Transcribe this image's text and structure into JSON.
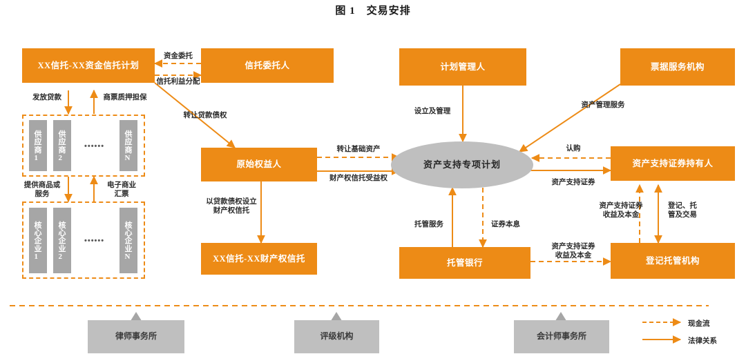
{
  "figure": {
    "title": "图 1　交易安排",
    "colors": {
      "orange": "#ED8B16",
      "gray_node": "#BFBFBF",
      "gray_card": "#A6A6A6",
      "text_dark": "#2b2b2b",
      "white": "#FFFFFF"
    }
  },
  "nodes": {
    "fund_trust_plan": "XX信托-XX资金信托计划",
    "trustor": "信托委托人",
    "plan_manager": "计划管理人",
    "bill_service_agency": "票据服务机构",
    "originator": "原始权益人",
    "special_plan": "资产支持专项计划",
    "abs_holder": "资产支持证券持有人",
    "property_right_trust": "XX信托-XX财产权信托",
    "custodian_bank": "托管银行",
    "registration_custody_agency": "登记托管机构",
    "law_firm": "律师事务所",
    "rating_agency": "评级机构",
    "accounting_firm": "会计师事务所"
  },
  "supplier_group": {
    "items": [
      "供应商1",
      "供应商2",
      "供应商N"
    ],
    "ellipsis": "••••••"
  },
  "core_enterprise_group": {
    "items": [
      "核心企业1",
      "核心企业2",
      "核心企业N"
    ],
    "ellipsis": "••••••"
  },
  "edge_labels": {
    "fund_entrust": "资金委托",
    "trust_benefit_distribution": "信托利益分配",
    "issue_loan": "发放贷款",
    "bill_pledge_guarantee": "商票质押担保",
    "provide_goods_services": "提供商品或\n服务",
    "electronic_commercial_draft": "电子商业\n汇票",
    "transfer_loan_claim": "转让贷款债权",
    "establish_property_trust": "以贷款债权设立\n财产权信托",
    "transfer_underlying_asset": "转让基础资产",
    "property_trust_beneficial_right": "财产权信托受益权",
    "establish_and_manage": "设立及管理",
    "asset_management_service": "资产管理服务",
    "subscription": "认购",
    "asset_backed_securities": "资产支持证券",
    "custody_service": "托管服务",
    "securities_principal_interest": "证券本息",
    "abs_income_principal_bank": "资产支持证券\n收益及本金",
    "abs_income_principal_holder": "资产支持证券\n收益及本金",
    "registration_custody_trading": "登记、托\n管及交易"
  },
  "legend": {
    "cash_flow": "现金流",
    "legal_relation": "法律关系"
  }
}
